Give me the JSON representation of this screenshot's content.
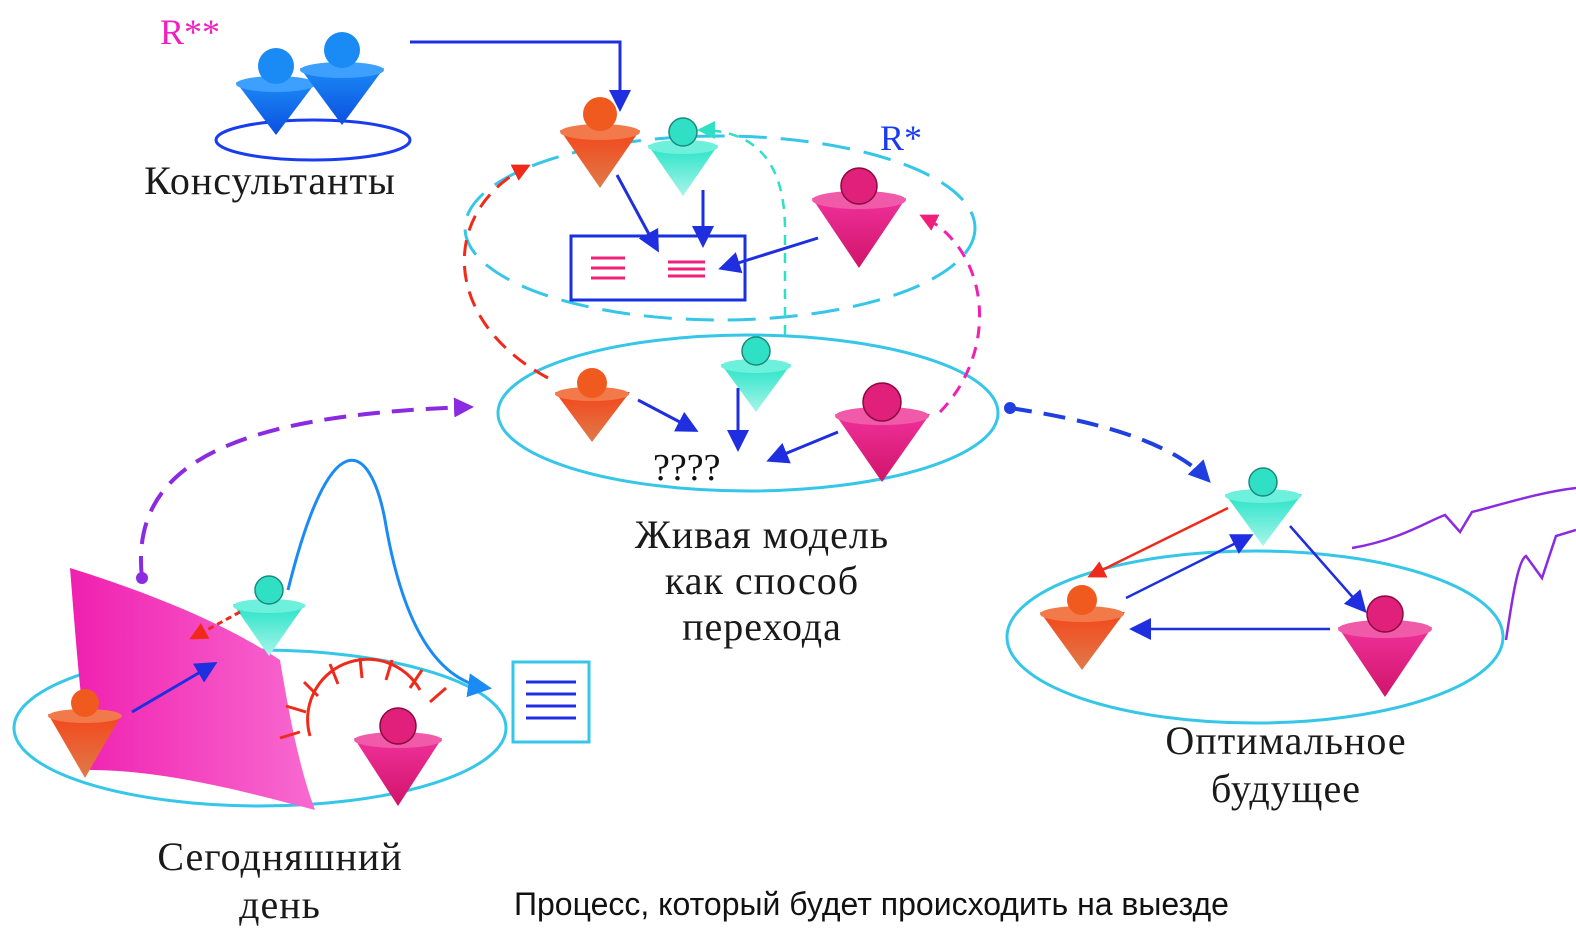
{
  "labels": {
    "r_double": "R**",
    "r_single": "R*",
    "consultants": "Консультанты",
    "question_marks": "????",
    "live_model_line1": "Живая модель",
    "live_model_line2": "как способ",
    "live_model_line3": "перехода",
    "today_line1": "Сегодняшний",
    "today_line2": "день",
    "future_line1": "Оптимальное",
    "future_line2": "будущее",
    "caption": "Процесс, который будет происходить на выезде"
  },
  "colors": {
    "blue": "#1a5cf5",
    "arrow_blue": "#1f2fe0",
    "cyan": "#35c6e8",
    "teal_fill": "#2fe0c4",
    "orange": "#f05a1e",
    "magenta": "#e0207a",
    "pink": "#f01fb0",
    "red": "#f02a1a",
    "purple": "#8a2be2",
    "text": "#1a1a1a"
  }
}
